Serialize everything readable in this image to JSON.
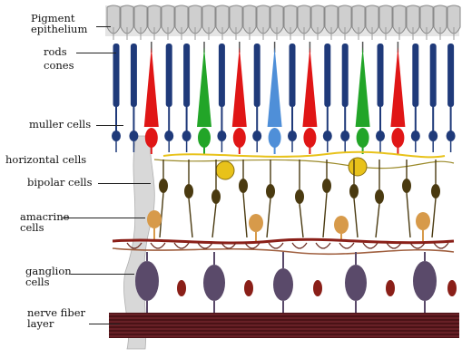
{
  "labels": {
    "pigment_1": "Pigment",
    "pigment_2": "epithelium",
    "rods": "rods",
    "cones": "cones",
    "muller": "muller cells",
    "horizontal": "horizontal cells",
    "bipolar": "bipolar cells",
    "amacrine_1": "amacrine",
    "amacrine_2": "cells",
    "ganglion_1": "ganglion",
    "ganglion_2": "cells",
    "nerve_1": "nerve fiber",
    "nerve_2": "layer"
  },
  "photoreceptors": [
    "rod",
    "rod",
    "cone-red",
    "rod",
    "rod",
    "cone-green",
    "rod",
    "cone-red",
    "rod",
    "cone-blue",
    "rod",
    "cone-red",
    "rod",
    "rod",
    "cone-green",
    "rod",
    "cone-red",
    "rod",
    "rod",
    "rod"
  ],
  "colors": {
    "rod": "#1f3a7a",
    "cone_red": "#e01616",
    "cone_green": "#22a528",
    "cone_blue": "#4f8fd8",
    "horizontal": "#e8c21a",
    "bipolar": "#4a3a10",
    "amacrine": "#d79a4a",
    "ganglion": "#5a4a6a",
    "dendrite": "#8a1f18",
    "nerve": "#4a1216",
    "pigment": "#cfcfcf"
  }
}
